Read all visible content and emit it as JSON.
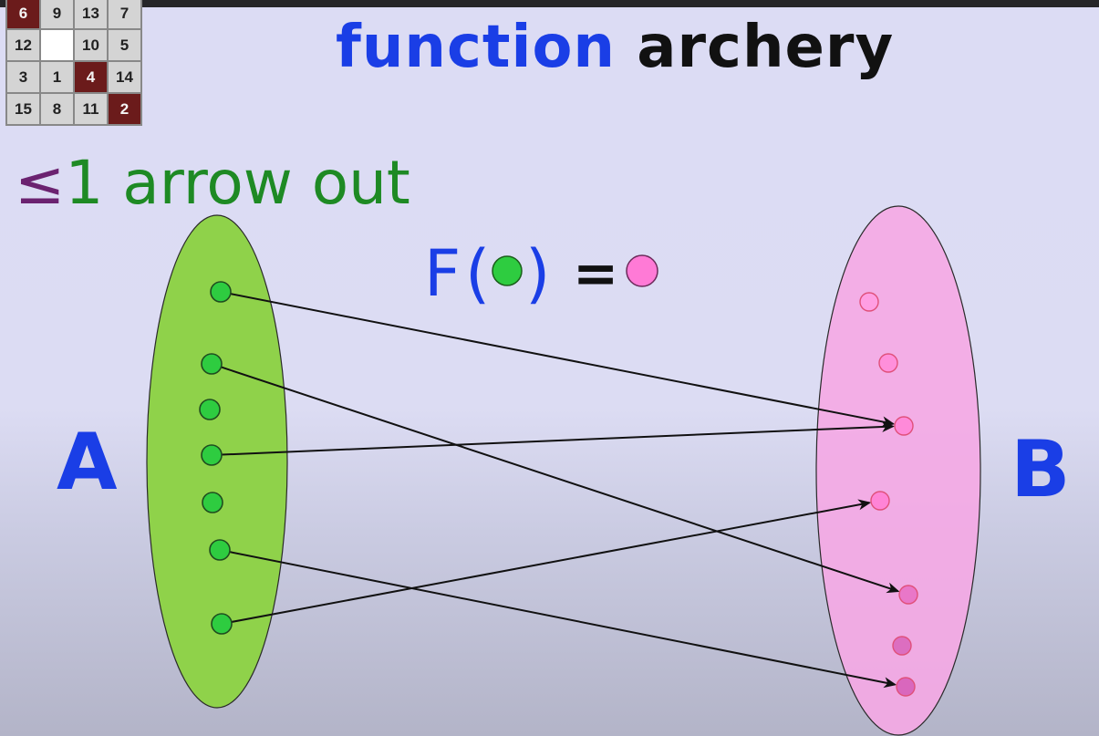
{
  "title": {
    "word1": "function",
    "word2": "archery"
  },
  "rule": {
    "symbol": "≤",
    "text": "1 arrow out"
  },
  "formula": {
    "func_name": "F",
    "open_paren": "(",
    "close_paren": ")",
    "equals": "="
  },
  "puzzle": {
    "rows": [
      [
        {
          "v": "6",
          "dark": true
        },
        {
          "v": "9",
          "dark": false
        },
        {
          "v": "13",
          "dark": false
        },
        {
          "v": "7",
          "dark": false
        }
      ],
      [
        {
          "v": "12",
          "dark": false
        },
        {
          "v": "",
          "dark": false,
          "blank": true
        },
        {
          "v": "10",
          "dark": false
        },
        {
          "v": "5",
          "dark": false
        }
      ],
      [
        {
          "v": "3",
          "dark": false
        },
        {
          "v": "1",
          "dark": false
        },
        {
          "v": "4",
          "dark": true
        },
        {
          "v": "14",
          "dark": false
        }
      ],
      [
        {
          "v": "15",
          "dark": false
        },
        {
          "v": "8",
          "dark": false
        },
        {
          "v": "11",
          "dark": false
        },
        {
          "v": "2",
          "dark": true
        }
      ]
    ]
  },
  "sets": {
    "A": {
      "label": "A",
      "color": "#8fd24a",
      "dot_color": "#2ecc40",
      "element_count": 7
    },
    "B": {
      "label": "B",
      "color": "#f5a8e4",
      "dot_color": "#ff7ad6",
      "element_count": 7
    }
  },
  "mapping": [
    {
      "from": 1,
      "to": 3
    },
    {
      "from": 2,
      "to": 5
    },
    {
      "from": 4,
      "to": 3
    },
    {
      "from": 6,
      "to": 7
    },
    {
      "from": 7,
      "to": 4
    }
  ],
  "colors": {
    "title_blue": "#1a3ee6",
    "rule_green": "#1e8a24",
    "symbol_purple": "#6b2270",
    "arrow": "#111111"
  }
}
